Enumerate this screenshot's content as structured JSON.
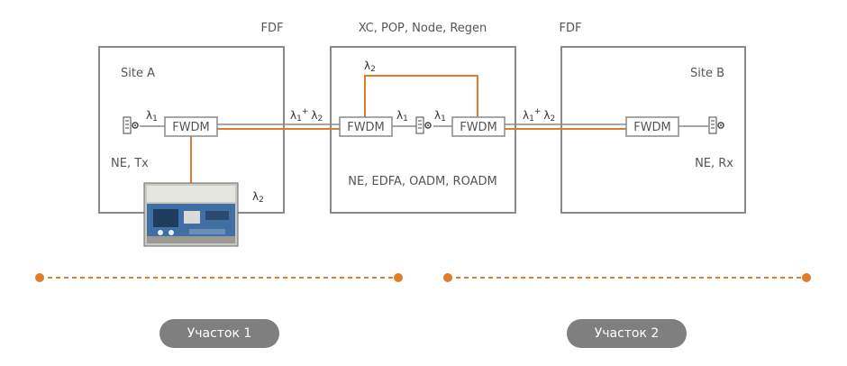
{
  "labels": {
    "fdf_left": "FDF",
    "fdf_right": "FDF",
    "middle_title": "XC, POP, Node, Regen",
    "site_a": "Site A",
    "site_b": "Site B",
    "ne_tx": "NE, Tx",
    "ne_rx": "NE, Rx",
    "middle_ne": "NE, EDFA, OADM, ROADM"
  },
  "fwdm_label": "FWDM",
  "lambda": {
    "symbol": "λ",
    "one": "1",
    "two": "2",
    "plus": "+"
  },
  "sections": [
    "Участок 1",
    "Участок 2"
  ],
  "colors": {
    "accent": "#e07d2c",
    "line_gray": "#8a8a8a",
    "pill": "#7f7f7f"
  },
  "icons": [
    "transceiver-icon",
    "equipment-photo"
  ]
}
